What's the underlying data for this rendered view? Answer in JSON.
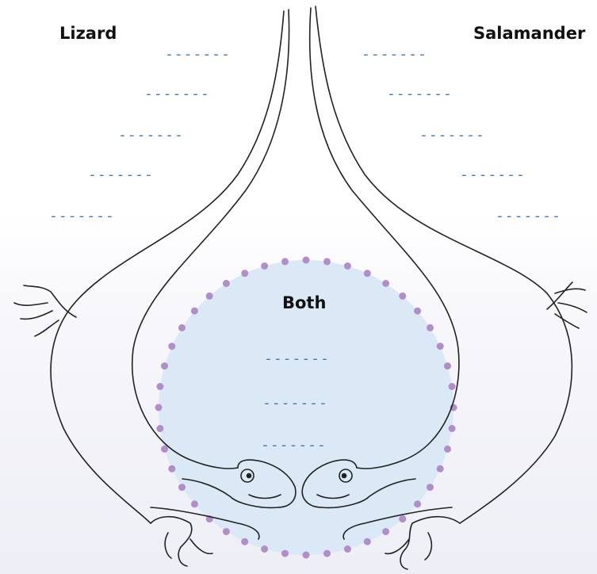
{
  "labels": {
    "left": "Lizard",
    "right": "Salamander",
    "center": "Both"
  },
  "blanks": {
    "lizard": [
      "-------",
      "-------",
      "-------",
      "-------",
      "-------"
    ],
    "salamander": [
      "-------",
      "-------",
      "-------",
      "-------",
      "-------"
    ],
    "both": [
      "-------",
      "-------",
      "-------"
    ]
  },
  "colors": {
    "circle_fill": "#dbe9f6",
    "dot": "#b08fc8",
    "blank_line": "#4a7aa8",
    "outline": "#222222"
  }
}
